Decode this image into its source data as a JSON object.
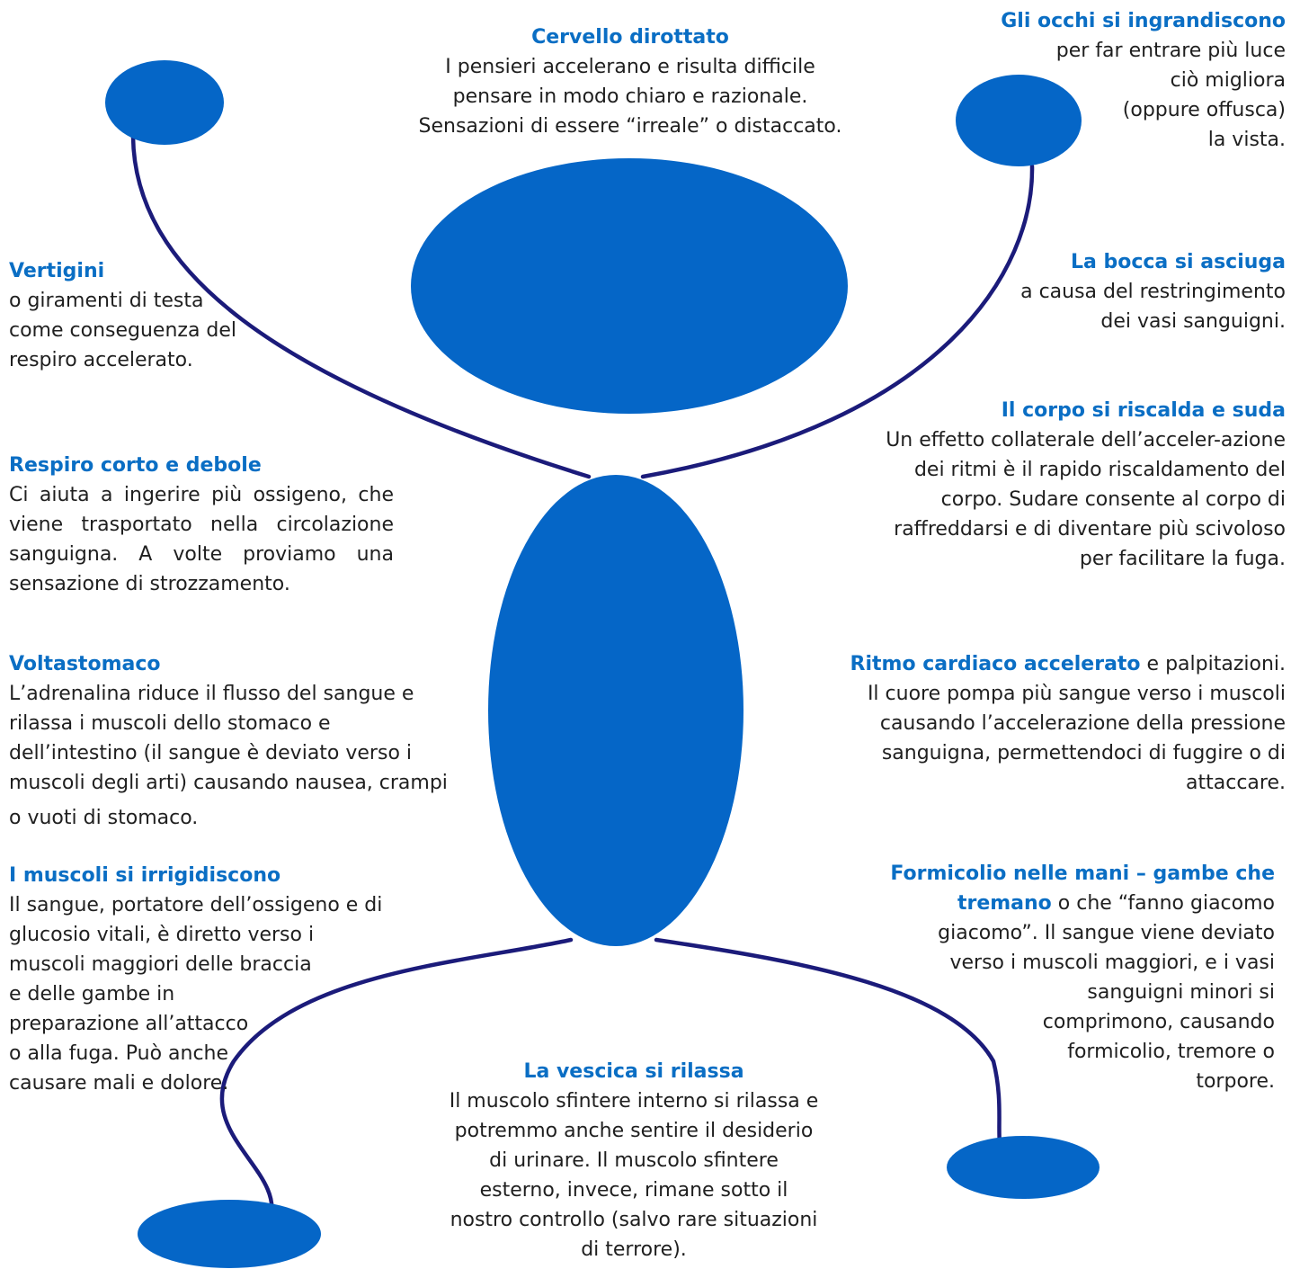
{
  "colors": {
    "figure_fill": "#0566c7",
    "limb_stroke": "#1b1b7a",
    "heading": "#0a6ec4",
    "text": "#1f1f1f"
  },
  "labels": {
    "cervello": {
      "title": "Cervello dirottato",
      "lines": [
        "I pensieri accelerano e risulta difficile",
        "pensare in modo chiaro e razionale.",
        "Sensazioni di essere “irreale” o distaccato."
      ]
    },
    "occhi": {
      "title": "Gli occhi si ingrandiscono",
      "lines": [
        "per far entrare più luce",
        "ciò migliora",
        "(oppure offusca)",
        "la vista."
      ]
    },
    "vertigini": {
      "title": "Vertigini",
      "lines": [
        "o giramenti di testa",
        "come conseguenza del",
        "respiro accelerato."
      ]
    },
    "bocca": {
      "title": "La bocca si asciuga",
      "lines": [
        "a causa del restringimento",
        "dei vasi sanguigni."
      ]
    },
    "corpo": {
      "title": "Il corpo si riscalda e suda",
      "lines": [
        "Un effetto collaterale dell’acceler-azione",
        "dei ritmi è il rapido riscaldamento del",
        "corpo. Sudare consente al corpo di",
        "raffreddarsi e di diventare più scivoloso",
        "per facilitare la fuga."
      ]
    },
    "respiro": {
      "title": "Respiro corto e debole",
      "lines": [
        "Ci aiuta a ingerire più ossigeno, che",
        "viene trasportato nella circolazione",
        "sanguigna. A volte proviamo una",
        "sensazione di strozzamento."
      ]
    },
    "voltastomaco": {
      "title": "Voltastomaco",
      "lines": [
        "L’adrenalina riduce il flusso del sangue e",
        "rilassa i muscoli dello stomaco e",
        "dell’intestino (il sangue è deviato verso i",
        "muscoli degli arti) causando nausea, crampi",
        "o vuoti di stomaco."
      ]
    },
    "ritmo": {
      "title": "Ritmo cardiaco accelerato",
      "title_suffix": " e palpitazioni.",
      "lines": [
        "Il cuore pompa più sangue verso i muscoli",
        "causando l’accelerazione della pressione",
        "sanguigna, permettendoci di fuggire o di",
        "attaccare."
      ]
    },
    "muscoli": {
      "title": "I muscoli si irrigidiscono",
      "lines": [
        "Il sangue, portatore dell’ossigeno e di",
        "glucosio vitali, è diretto verso i",
        "muscoli maggiori delle braccia",
        "e delle gambe in",
        "preparazione all’attacco",
        "o alla fuga. Può anche",
        "causare mali e dolore."
      ]
    },
    "formicolio": {
      "title_line1": "Formicolio nelle mani – gambe che",
      "title_line2": "tremano",
      "title_line2_suffix": " o che “fanno giacomo",
      "lines": [
        "giacomo”. Il sangue viene deviato",
        "verso i muscoli maggiori, e i vasi",
        "sanguigni minori si",
        "comprimono, causando",
        "formicolio, tremore o",
        "torpore."
      ]
    },
    "vescica": {
      "title": "La vescica si rilassa",
      "lines": [
        "Il muscolo sfintere interno si rilassa e",
        "potremmo anche sentire il desiderio",
        "di urinare. Il muscolo sfintere",
        "esterno, invece, rimane sotto il",
        "nostro controllo (salvo rare situazioni",
        "di terrore)."
      ]
    }
  }
}
